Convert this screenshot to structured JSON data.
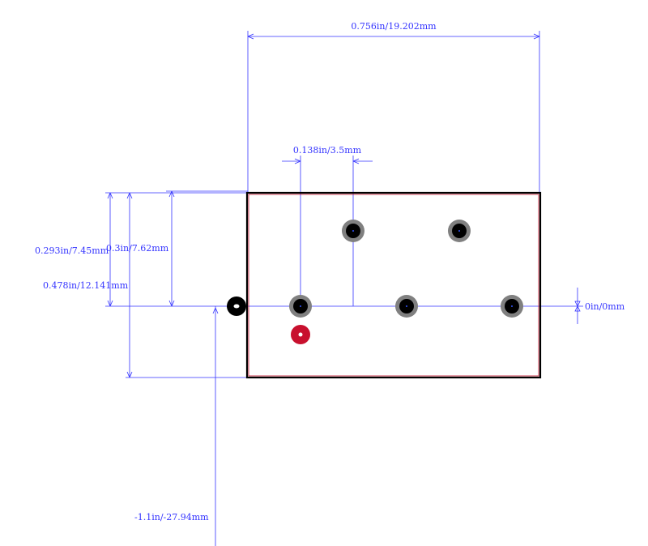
{
  "dimensions": {
    "width_label": "0.756in/19.202mm",
    "pitch_label": "0.138in/3.5mm",
    "height_a_label": "0.293in/7.45mm",
    "height_b_label": "0.3in/7.62mm",
    "height_c_label": "0.478in/12.141mm",
    "offset_label": "-1.1in/-27.94mm",
    "zero_label": "0in/0mm"
  },
  "colors": {
    "dimension": "#3333ff",
    "outline": "#000000",
    "pad_ring": "#808080",
    "pin1_marker": "#c8102e"
  },
  "pads": {
    "count": 5,
    "marker": "pin-1-marker",
    "origin": "origin-marker"
  }
}
